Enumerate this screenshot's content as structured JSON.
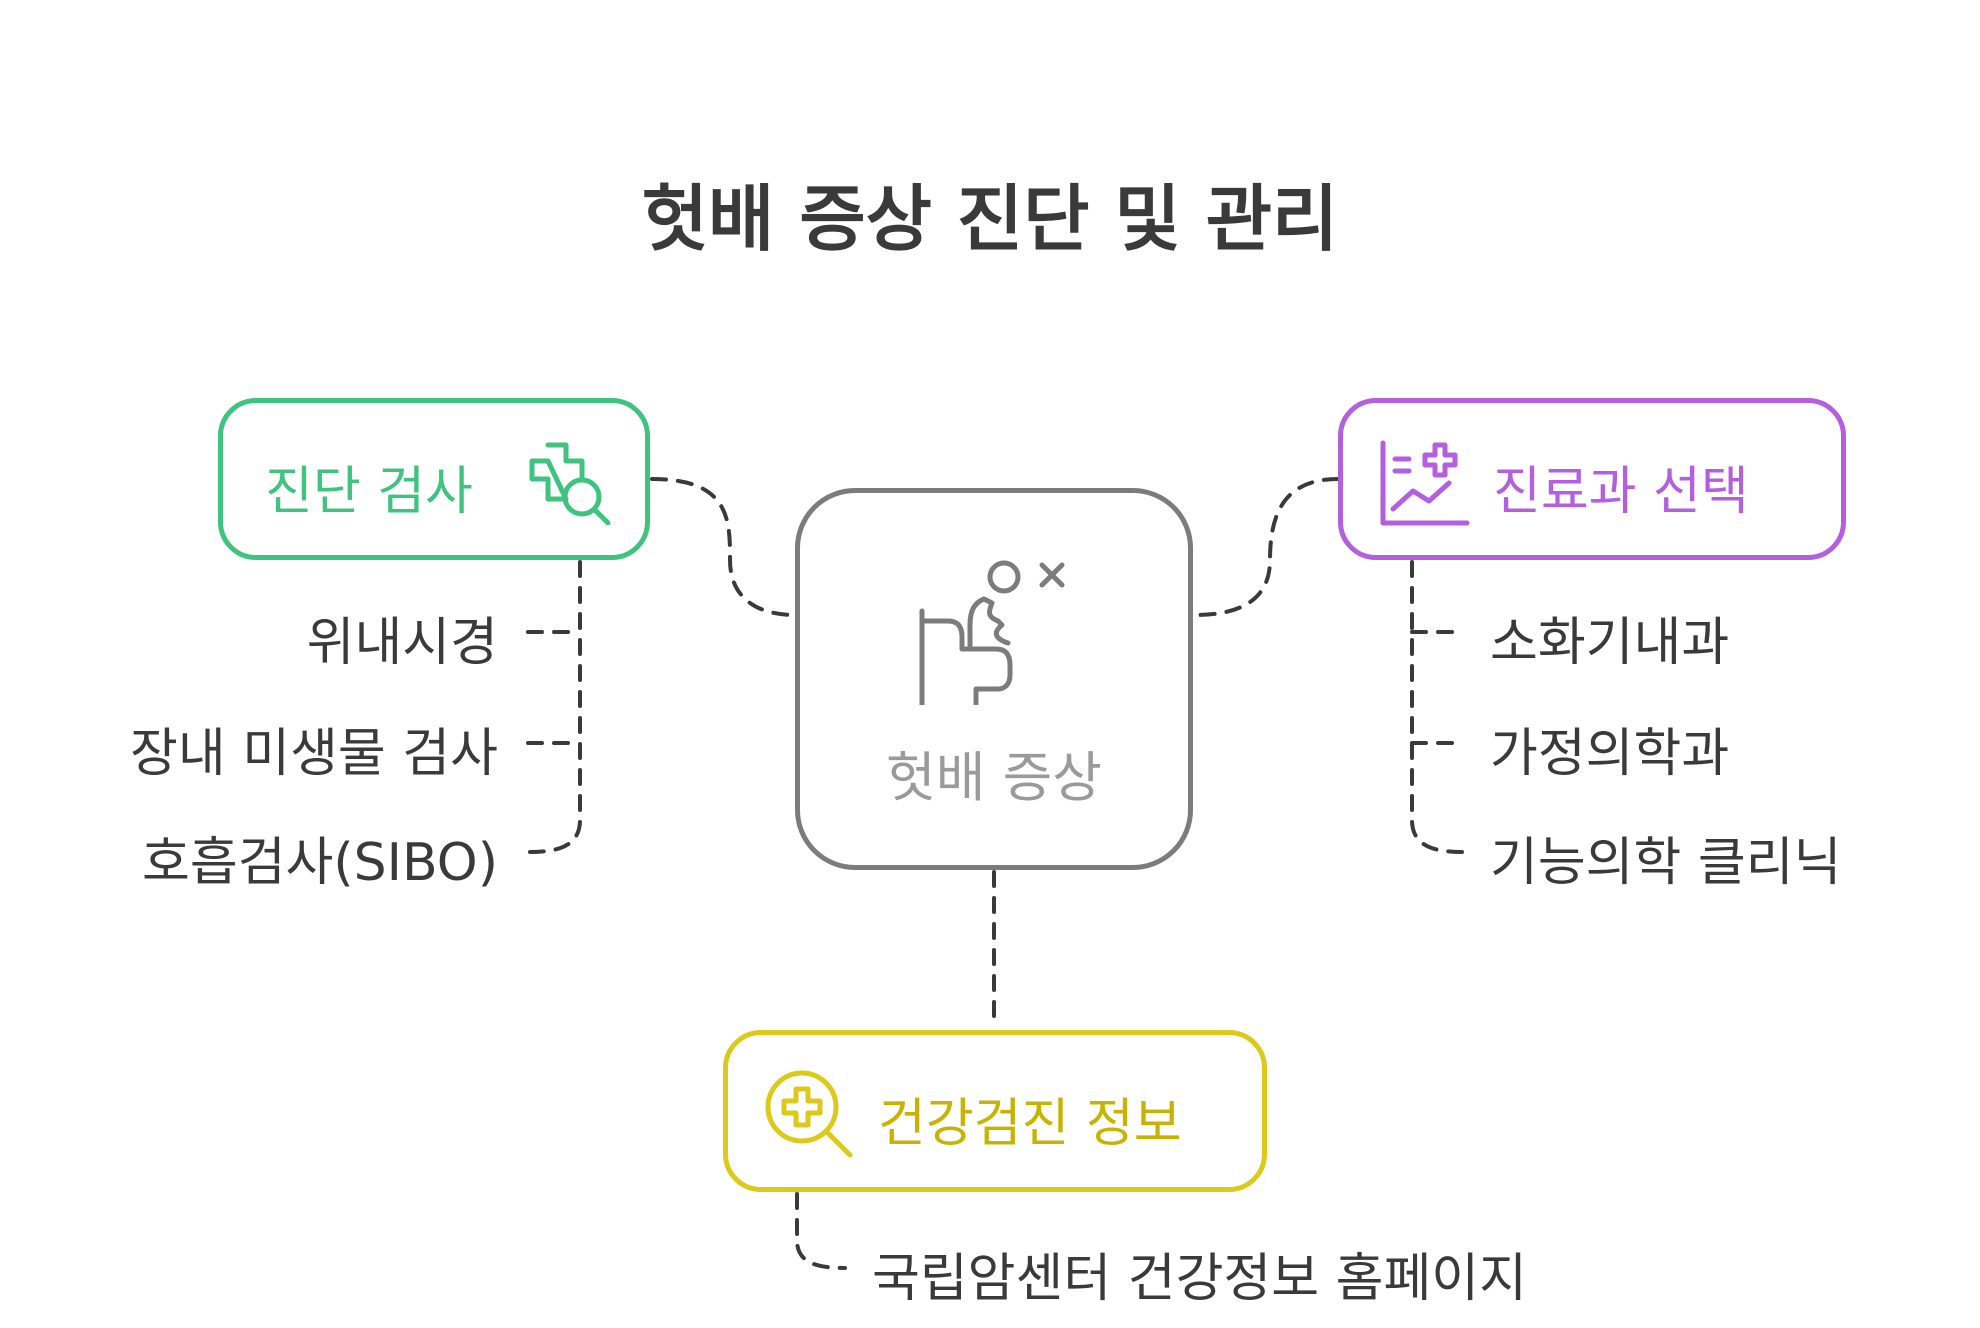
{
  "title": "헛배 증상 진단 및 관리",
  "center": {
    "label": "헛배 증상",
    "icon": "bloated-person-icon"
  },
  "diagnosis": {
    "label": "진단 검사",
    "icon": "medical-search-icon",
    "color": "#3ec47e",
    "items": [
      "위내시경",
      "장내 미생물 검사",
      "호흡검사(SIBO)"
    ]
  },
  "treatment": {
    "label": "진료과 선택",
    "icon": "medical-chart-icon",
    "color": "#b45ee0",
    "items": [
      "소화기내과",
      "가정의학과",
      "기능의학 클리닉"
    ]
  },
  "checkup": {
    "label": "건강검진 정보",
    "icon": "magnifier-plus-icon",
    "color": "#dcc91a",
    "items": [
      "국립암센터 건강정보 홈페이지"
    ]
  }
}
